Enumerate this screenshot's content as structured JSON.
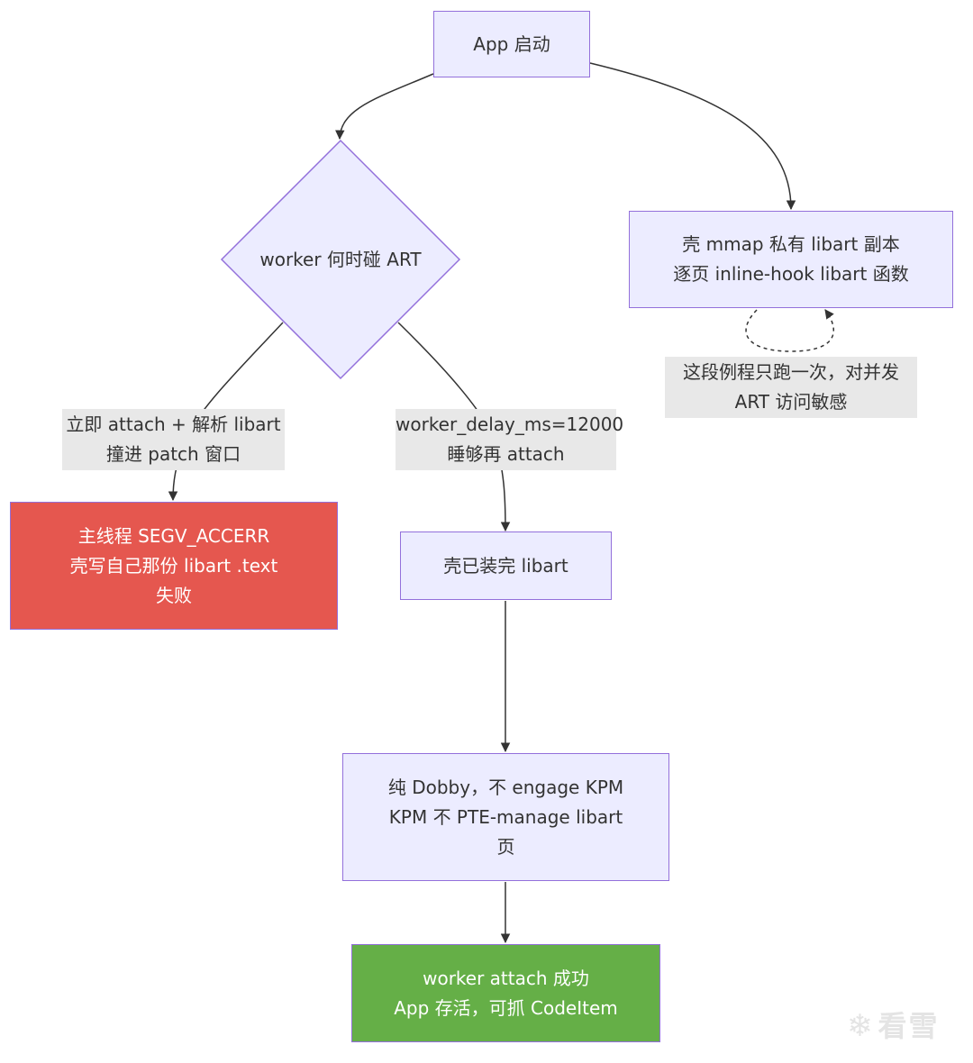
{
  "nodes": {
    "app_start": "App 启动",
    "decision": "worker 何时碰 ART",
    "shell_mmap": [
      "壳 mmap 私有 libart 副本",
      "逐页 inline-hook libart 函数"
    ],
    "crash": [
      "主线程 SEGV_ACCERR",
      "壳写自己那份 libart .text",
      "失败"
    ],
    "shell_done": "壳已装完 libart",
    "pure_dobby": [
      "纯 Dobby，不 engage KPM",
      "KPM 不 PTE-manage libart",
      "页"
    ],
    "success": [
      "worker attach 成功",
      "App 存活，可抓 CodeItem"
    ]
  },
  "edge_labels": {
    "self_loop": [
      "这段例程只跑一次，对并发",
      "ART 访问敏感"
    ],
    "attach_now": [
      "立即 attach + 解析 libart",
      "撞进 patch 窗口"
    ],
    "delay": [
      "worker_delay_ms=12000",
      "睡够再 attach"
    ]
  },
  "colors": {
    "node_fill": "#ECECFF",
    "node_stroke": "#9370DB",
    "fail_fill": "#E5574F",
    "success_fill": "#65AF47",
    "edge": "#333333",
    "label_bg": "#E8E8E8"
  },
  "watermark": {
    "icon": "snowflake-icon",
    "text": "看雪"
  }
}
